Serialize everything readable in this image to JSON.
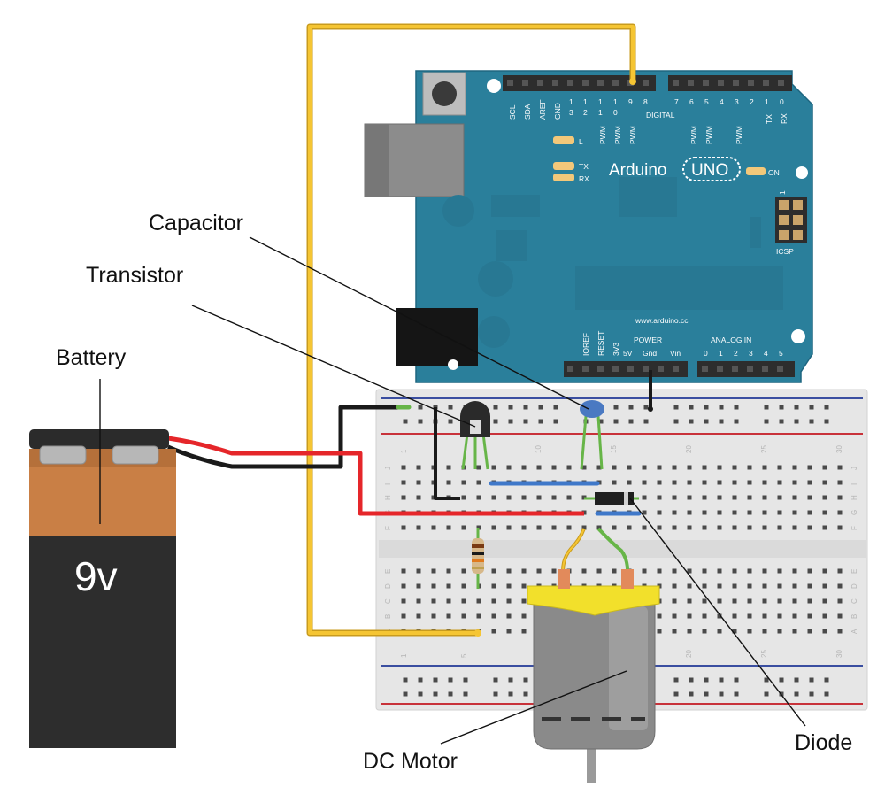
{
  "callouts": {
    "capacitor": "Capacitor",
    "transistor": "Transistor",
    "battery": "Battery",
    "dc_motor": "DC Motor",
    "diode": "Diode"
  },
  "battery": {
    "voltage_label": "9v"
  },
  "arduino": {
    "brand": "Arduino",
    "model": "UNO",
    "on_label": "ON",
    "led_l": "L",
    "led_tx": "TX",
    "led_rx": "RX",
    "icsp": "ICSP",
    "icsp_pin": "1",
    "website": "www.arduino.cc",
    "digital_label": "DIGITAL",
    "power_label": "POWER",
    "analog_label": "ANALOG IN",
    "top_pins_left": [
      "SCL",
      "SDA",
      "AREF",
      "GND"
    ],
    "digital_numbers_high": [
      "1\n3",
      "1\n2",
      "1\n1",
      "1\n0",
      "9",
      "8"
    ],
    "digital_numbers_low": [
      "7",
      "6",
      "5",
      "4",
      "3",
      "2",
      "1",
      "0"
    ],
    "tx_pin": "TX",
    "rx_pin": "RX",
    "pwm": "PWM",
    "power_pins": [
      "IOREF",
      "RESET",
      "3V3",
      "5V",
      "Gnd",
      "Vin"
    ],
    "analog_pins": [
      "0",
      "1",
      "2",
      "3",
      "4",
      "5"
    ]
  },
  "breadboard": {
    "column_numbers": [
      "1",
      "5",
      "10",
      "15",
      "20",
      "25",
      "30"
    ],
    "row_letters_top": [
      "J",
      "I",
      "H",
      "G",
      "F"
    ],
    "row_letters_bottom": [
      "E",
      "D",
      "C",
      "B",
      "A"
    ]
  },
  "colors": {
    "board_teal": "#2a7f9b",
    "board_dark": "#216c85",
    "wire_red": "#e5262a",
    "wire_black": "#1a1a1a",
    "wire_yellow": "#f5c533",
    "wire_green": "#67b548",
    "battery_copper": "#c97f45",
    "battery_black": "#2d2d2d",
    "motor_yellow": "#f2e02b",
    "rail_red": "#c8323a",
    "rail_blue": "#3a4ea0"
  }
}
